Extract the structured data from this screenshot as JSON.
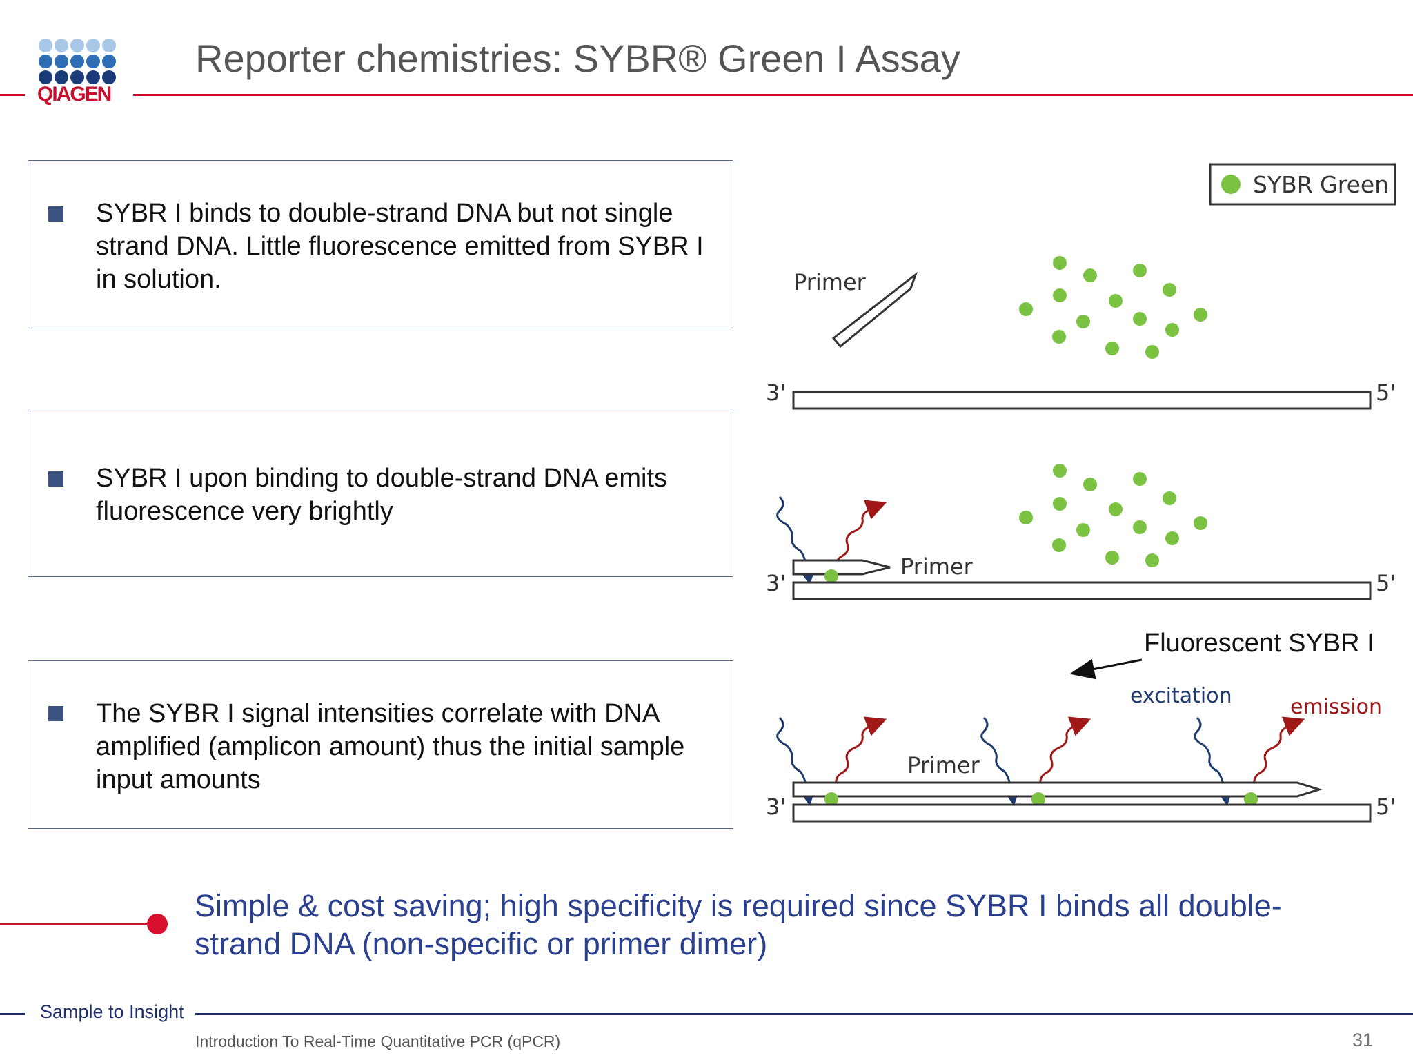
{
  "header": {
    "logo_text": "QIAGEN",
    "title": "Reporter chemistries: SYBR® Green I Assay"
  },
  "bullets": [
    {
      "text": "SYBR I binds to double-strand DNA but not single strand DNA. Little fluorescence emitted from SYBR I in solution."
    },
    {
      "text": "SYBR I upon binding to double-strand DNA emits fluorescence very brightly"
    },
    {
      "text": "The SYBR I signal intensities correlate with DNA amplified (amplicon amount) thus the initial sample input amounts"
    }
  ],
  "diagram": {
    "legend_label": "SYBR Green",
    "primer_label": "Primer",
    "end_3": "3'",
    "end_5": "5'",
    "fluorescent_label": "Fluorescent SYBR I",
    "excitation_label": "excitation",
    "emission_label": "emission"
  },
  "conclusion": "Simple & cost saving; high specificity is required since SYBR I binds all double-strand DNA (non-specific or primer dimer)",
  "footer": {
    "tagline": "Sample to Insight",
    "course": "Introduction To Real-Time Quantitative PCR (qPCR)",
    "page_number": "31"
  },
  "colors": {
    "brand_red": "#c8102e",
    "brand_blue": "#1f2f6e",
    "sybr_green": "#7cc242",
    "excitation_blue": "#1f3a6e",
    "emission_red": "#a01818"
  }
}
